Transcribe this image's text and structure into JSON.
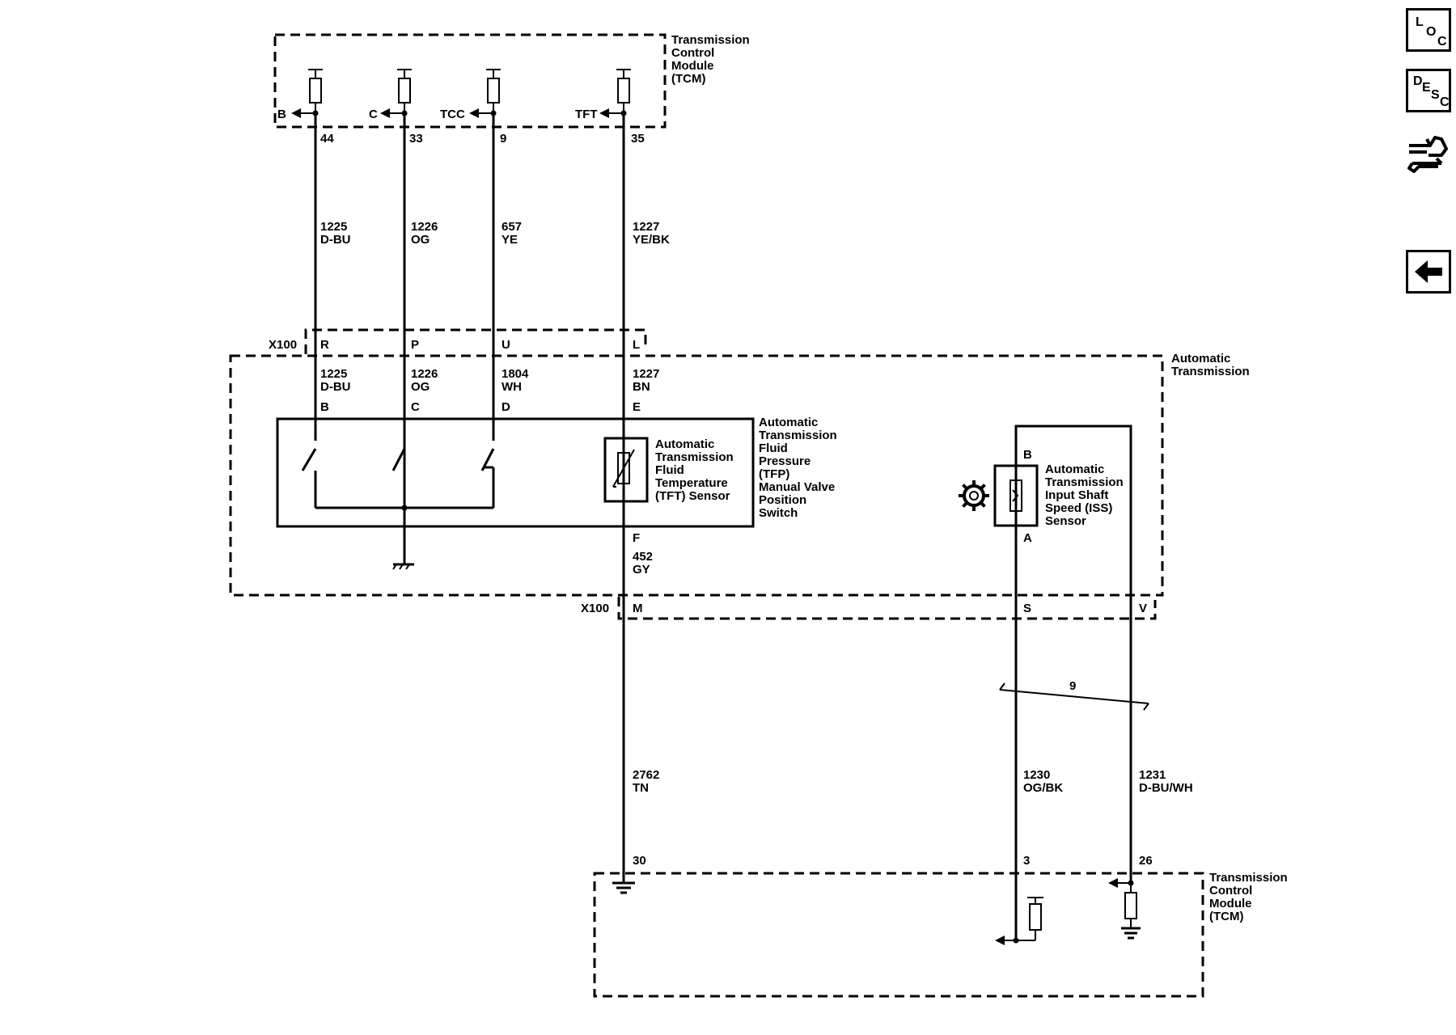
{
  "modules": {
    "tcm_top": [
      "Transmission",
      "Control",
      "Module",
      "(TCM)"
    ],
    "tcm_bottom": [
      "Transmission",
      "Control",
      "Module",
      "(TCM)"
    ],
    "auto_trans": [
      "Automatic",
      "Transmission"
    ],
    "tfp_switch": [
      "Automatic",
      "Transmission",
      "Fluid",
      "Pressure",
      "(TFP)",
      "Manual Valve",
      "Position",
      "Switch"
    ],
    "tft_sensor": [
      "Automatic",
      "Transmission",
      "Fluid",
      "Temperature",
      "(TFT) Sensor"
    ],
    "iss_sensor": [
      "Automatic",
      "Transmission",
      "Input Shaft",
      "Speed (ISS)",
      "Sensor"
    ]
  },
  "tcm_inputs": [
    {
      "signal": "B",
      "pin": "44"
    },
    {
      "signal": "C",
      "pin": "33"
    },
    {
      "signal": "TCC",
      "pin": "9"
    },
    {
      "signal": "TFT",
      "pin": "35"
    }
  ],
  "wires_upper": [
    {
      "circuit": "1225",
      "color": "D-BU"
    },
    {
      "circuit": "1226",
      "color": "OG"
    },
    {
      "circuit": "657",
      "color": "YE"
    },
    {
      "circuit": "1227",
      "color": "YE/BK"
    }
  ],
  "connector_x100": "X100",
  "x100_top_pins": [
    "R",
    "P",
    "U",
    "L"
  ],
  "wires_inside": [
    {
      "circuit": "1225",
      "color": "D-BU"
    },
    {
      "circuit": "1226",
      "color": "OG"
    },
    {
      "circuit": "1804",
      "color": "WH"
    },
    {
      "circuit": "1227",
      "color": "BN"
    }
  ],
  "switch_pins": [
    "B",
    "C",
    "D",
    "E"
  ],
  "tfp_pin_f": "F",
  "wire_452": {
    "circuit": "452",
    "color": "GY"
  },
  "x100_bottom_pins": [
    "M",
    "S",
    "V"
  ],
  "iss_pins": {
    "top": "B",
    "bottom": "A"
  },
  "twist_count": "9",
  "wires_lower": [
    {
      "circuit": "2762",
      "color": "TN"
    },
    {
      "circuit": "1230",
      "color": "OG/BK"
    },
    {
      "circuit": "1231",
      "color": "D-BU/WH"
    }
  ],
  "tcm_bottom_pins": [
    "30",
    "3",
    "26"
  ],
  "nav": {
    "loc": {
      "a": "L",
      "b": "O",
      "c": "C"
    },
    "desc": {
      "a": "D",
      "b": "E",
      "c": "S",
      "d": "C"
    }
  }
}
